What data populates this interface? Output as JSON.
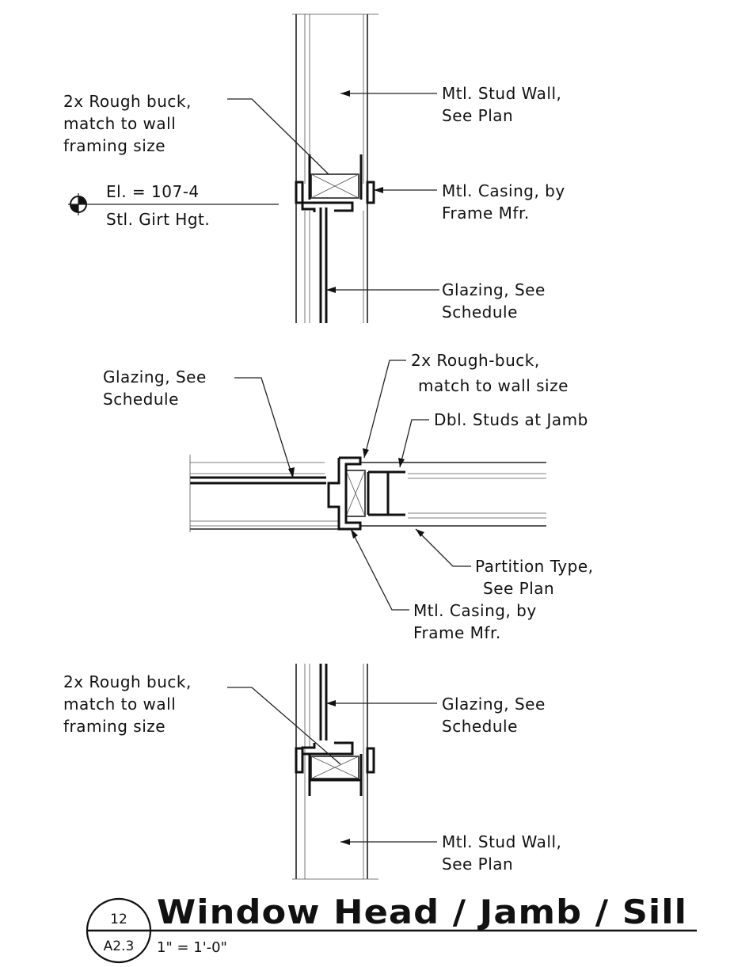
{
  "detail": {
    "number": "12",
    "sheet": "A2.3",
    "title": "Window Head / Jamb / Sill",
    "scale": "1\" = 1'-0\""
  },
  "head": {
    "rough_buck": [
      "2x Rough buck,",
      "match to wall",
      "framing size"
    ],
    "elevation": "El. = 107-4",
    "elevation_note": "Stl. Girt Hgt.",
    "stud_wall": [
      "Mtl. Stud Wall,",
      "See Plan"
    ],
    "casing": [
      "Mtl. Casing, by",
      "Frame Mfr."
    ],
    "glazing": [
      "Glazing, See",
      "Schedule"
    ]
  },
  "jamb": {
    "glazing": [
      "Glazing, See",
      "Schedule"
    ],
    "rough_buck": [
      "2x Rough-buck,",
      "match to wall size"
    ],
    "dbl_studs": "Dbl. Studs at Jamb",
    "partition": [
      "Partition Type,",
      "See Plan"
    ],
    "casing": [
      "Mtl. Casing, by",
      "Frame Mfr."
    ]
  },
  "sill": {
    "rough_buck": [
      "2x Rough buck,",
      "match to wall",
      "framing size"
    ],
    "glazing": [
      "Glazing, See",
      "Schedule"
    ],
    "stud_wall": [
      "Mtl. Stud Wall,",
      "See Plan"
    ]
  }
}
